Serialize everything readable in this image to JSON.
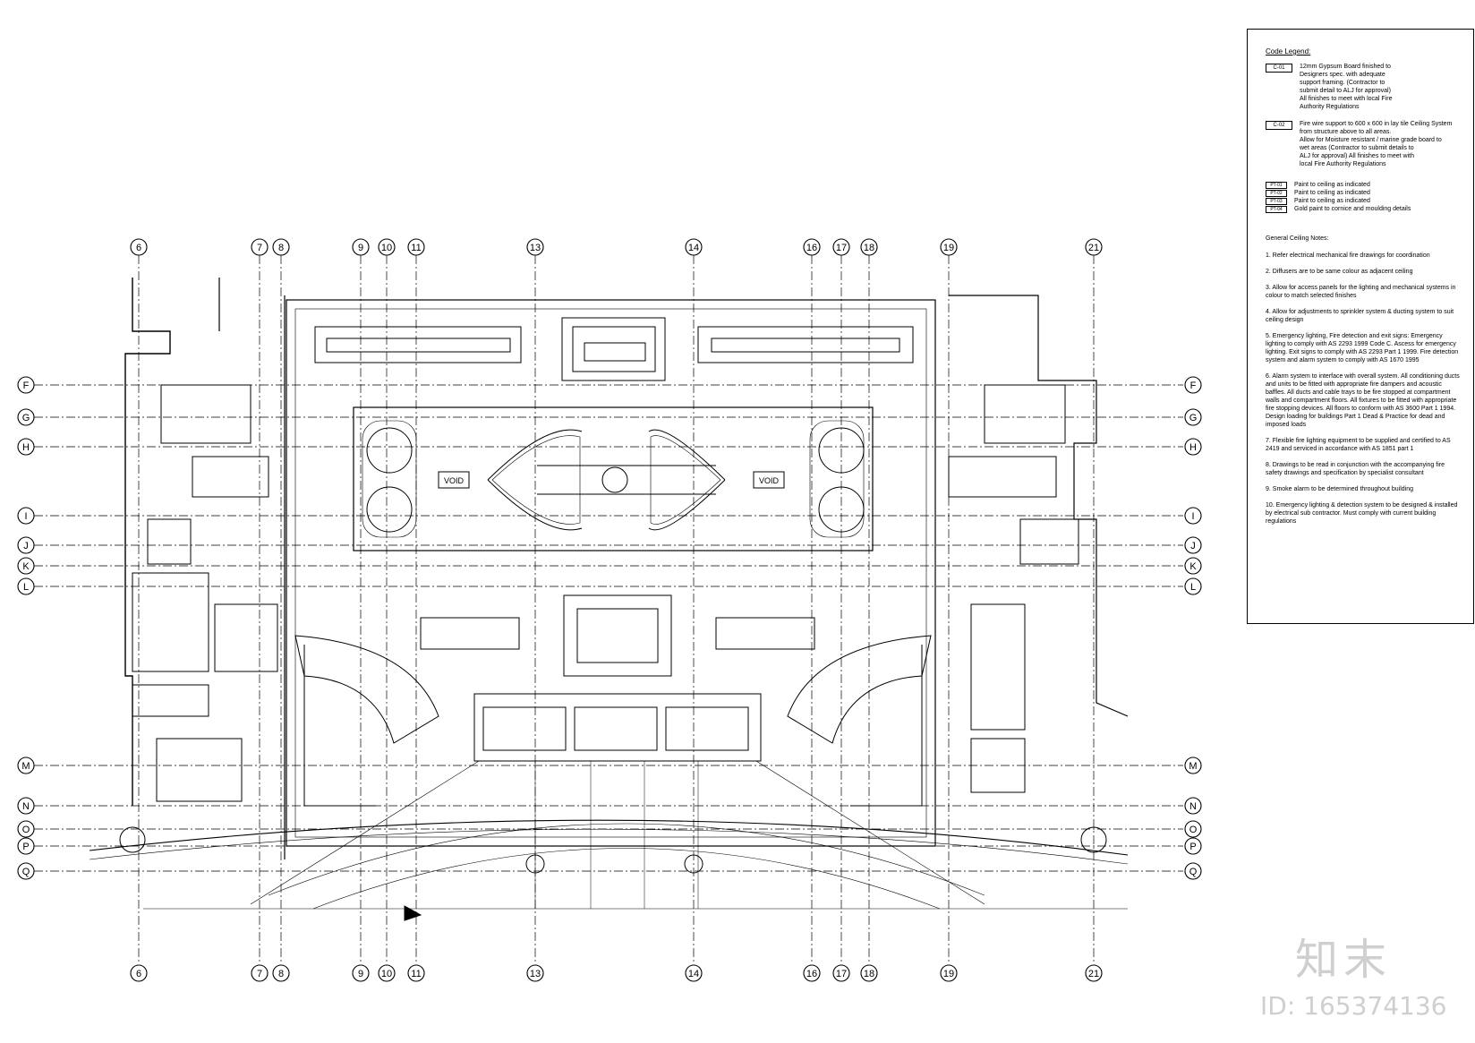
{
  "grid": {
    "columns": [
      "6",
      "7",
      "8",
      "9",
      "10",
      "11",
      "13",
      "14",
      "16",
      "17",
      "18",
      "19",
      "21"
    ],
    "rows": [
      "F",
      "G",
      "H",
      "I",
      "J",
      "K",
      "L",
      "M",
      "N",
      "O",
      "P",
      "Q"
    ]
  },
  "plan": {
    "void_labels": [
      "VOID",
      "VOID"
    ]
  },
  "legend": {
    "title": "Code Legend:",
    "codes": [
      {
        "code": "C-01",
        "text": "12mm Gypsum Board finished to\nDesigners spec. with adequate\nsupport framing. (Contractor to\nsubmit detail to ALJ for approval)\nAll finishes to meet with local Fire\nAuthority Regulations"
      },
      {
        "code": "C-02",
        "text": "Fire wire support to 600 x 600 in lay tile Ceiling System\nfrom structure above to all areas.\nAllow for Moisture resistant / marine grade board to\nwet areas (Contractor to submit details to\nALJ for approval) All finishes to meet with\nlocal Fire Authority Regulations"
      }
    ],
    "paints": [
      {
        "code": "PT-01",
        "text": "Paint to ceiling as indicated"
      },
      {
        "code": "PT-02",
        "text": "Paint to ceiling as indicated"
      },
      {
        "code": "PT-03",
        "text": "Paint to ceiling as indicated"
      },
      {
        "code": "PT-04",
        "text": "Gold paint to cornice and moulding details"
      }
    ],
    "notes_title": "General Ceiling Notes:",
    "notes": [
      "1. Refer electrical mechanical fire drawings for coordination",
      "2. Diffusers are to be same colour as adjacent ceiling",
      "3. Allow for access panels for the lighting and mechanical systems in colour to match selected finishes",
      "4. Allow for adjustments to sprinkler system & ducting system to suit ceiling design",
      "5. Emergency lighting, Fire detection and exit signs: Emergency lighting to comply with AS 2293 1999 Code C. Ascess for emergency lighting. Exit signs to comply with AS 2293 Part 1 1999. Fire detection system and alarm system to comply with AS 1670 1995",
      "6. Alarm system to interface with overall system. All conditioning ducts and units to be fitted with appropriate fire dampers and acoustic baffles. All ducts and cable trays to be fire stopped at compartment walls and compartment floors. All fixtures to be fitted with appropriate fire stopping devices. All floors to conform with AS 3600 Part 1 1994. Design loading for buildings Part 1 Dead & Practice for dead and imposed loads",
      "7. Flexible fire lighting equipment to be supplied and certified to AS 2419 and serviced in accordance with AS 1851 part 1",
      "8. Drawings to be read in conjunction with the accompanying fire safety drawings and specification by specialist consultant",
      "9. Smoke alarm to be determined throughout building",
      "10. Emergency lighting & detection system to be designed & installed by electrical sub contractor. Must comply with current building regulations"
    ]
  },
  "watermark": {
    "logo": "知末",
    "id": "ID: 165374136"
  }
}
